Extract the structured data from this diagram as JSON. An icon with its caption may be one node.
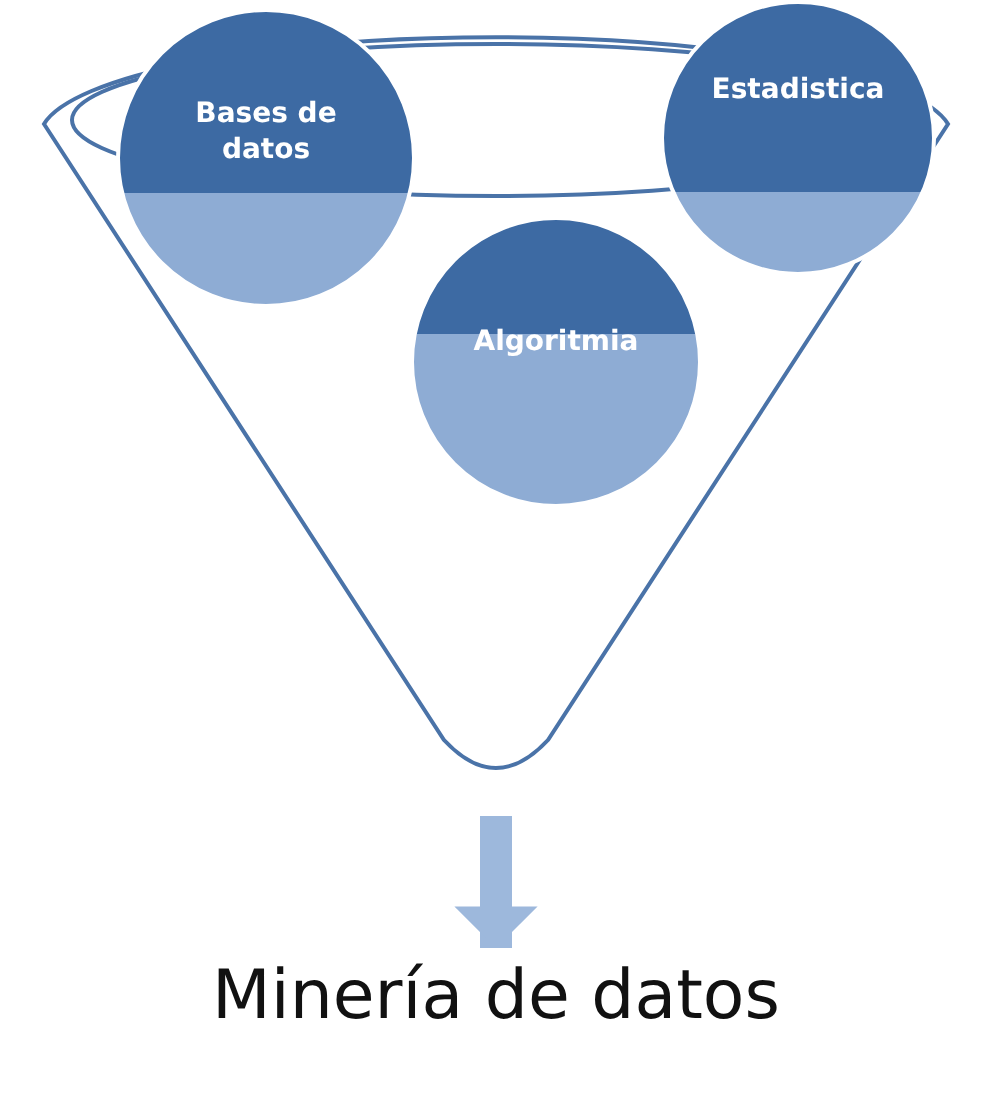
{
  "diagram": {
    "nodes": [
      {
        "text": [],
        "shape": "funnel"
      },
      {
        "text": [
          "Bases de datos"
        ],
        "in": 0
      },
      {
        "text": [
          "Estadistica"
        ],
        "in": 0
      },
      {
        "text": [
          "Algoritmia"
        ],
        "in": 0
      },
      {
        "text": [
          "Minería de datos"
        ]
      }
    ],
    "edges": [
      {
        "from": 0,
        "to": 4,
        "arrow": "to"
      }
    ]
  }
}
